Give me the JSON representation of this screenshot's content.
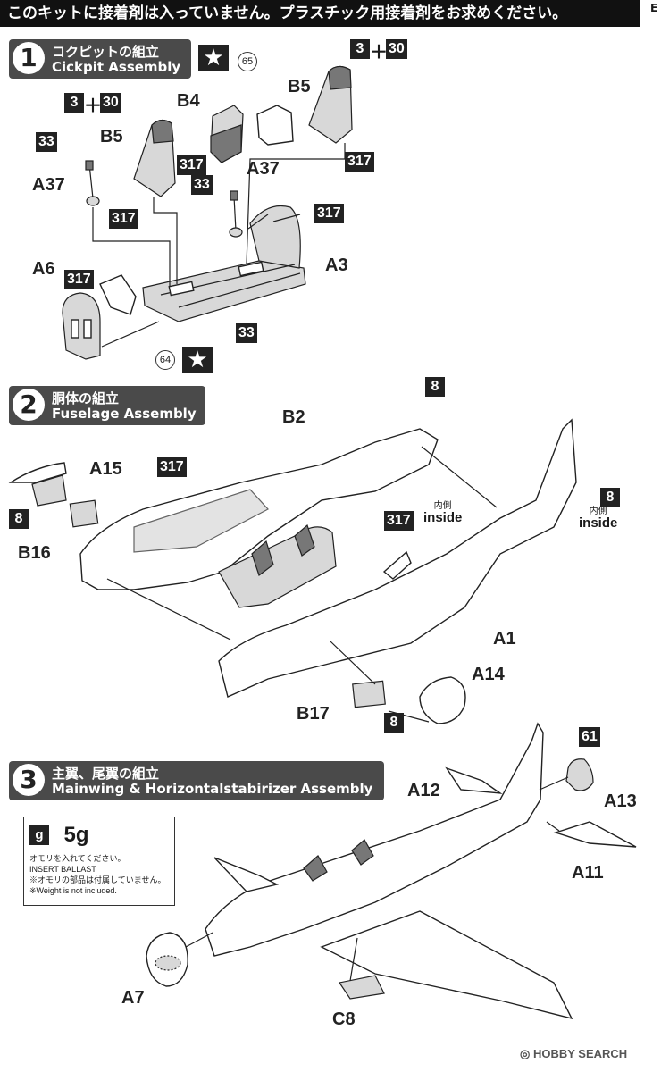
{
  "notice": "このキットに接着剤は入っていません。プラスチック用接着剤をお求めください。",
  "edge_mark": "E",
  "steps": [
    {
      "number": "1",
      "title_jp": "コクピットの組立",
      "title_en": "Cickpit Assembly"
    },
    {
      "number": "2",
      "title_jp": "胴体の組立",
      "title_en": "Fuselage Assembly"
    },
    {
      "number": "3",
      "title_jp": "主翼、尾翼の組立",
      "title_en": "Mainwing & Horizontalstabirizer Assembly"
    }
  ],
  "star_icon": "★",
  "part_labels": {
    "b5_left": "B5",
    "b5_right": "B5",
    "b4": "B4",
    "a37_left": "A37",
    "a37_mid": "A37",
    "a3": "A3",
    "a6": "A6",
    "b2": "B2",
    "a15": "A15",
    "b16": "B16",
    "a1": "A1",
    "a14": "A14",
    "b17": "B17",
    "a12": "A12",
    "a13": "A13",
    "a11": "A11",
    "a7": "A7",
    "c8": "C8"
  },
  "paint_codes": {
    "c3": "3",
    "c30": "30",
    "c33": "33",
    "c317": "317",
    "c8": "8",
    "c61": "61",
    "plus": "＋"
  },
  "circled_refs": {
    "r65": "65",
    "r64": "64"
  },
  "inside_note": {
    "jp": "内側",
    "en": "inside"
  },
  "ballast": {
    "icon": "g",
    "weight": "5g",
    "lines": [
      "オモリを入れてください。",
      "INSERT  BALLAST",
      "※オモリの部品は付属していません。",
      "※Weight is not included."
    ]
  },
  "watermark": "HOBBY SEARCH",
  "watermark_icon": "hobby-search-logo-icon"
}
